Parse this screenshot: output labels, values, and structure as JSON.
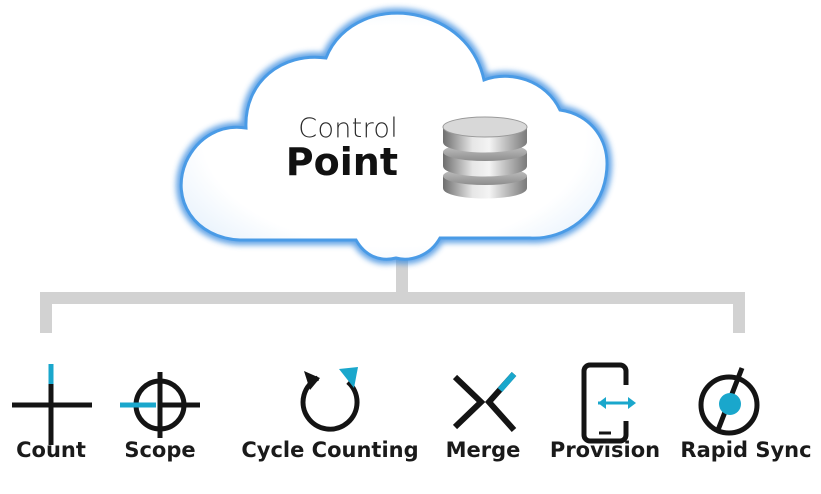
{
  "cloud": {
    "title_line1": "Control",
    "title_line2": "Point"
  },
  "features": [
    {
      "label": "Count",
      "icon": "crosshair-plus-icon"
    },
    {
      "label": "Scope",
      "icon": "target-scope-icon"
    },
    {
      "label": "Cycle Counting",
      "icon": "cycle-arrow-icon"
    },
    {
      "label": "Merge",
      "icon": "merge-chevrons-icon"
    },
    {
      "label": "Provision",
      "icon": "phone-transfer-icon"
    },
    {
      "label": "Rapid Sync",
      "icon": "rapid-sync-dial-icon"
    }
  ],
  "colors": {
    "accent": "#1aa7cc",
    "connector": "#d2d2d2",
    "cloud_glow": "#3d8ee0",
    "icon_dark": "#141414"
  }
}
